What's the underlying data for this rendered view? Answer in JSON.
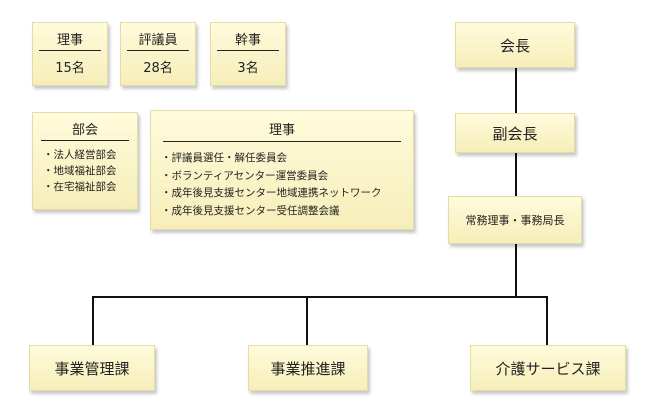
{
  "counts": [
    {
      "title": "理事",
      "value": "15名"
    },
    {
      "title": "評議員",
      "value": "28名"
    },
    {
      "title": "幹事",
      "value": "3名"
    }
  ],
  "bukai": {
    "title": "部会",
    "items": [
      "・法人経営部会",
      "・地域福祉部会",
      "・在宅福祉部会"
    ]
  },
  "riji": {
    "title": "理事",
    "items": [
      "・評議員選任・解任委員会",
      "・ボランティアセンター運営委員会",
      "・成年後見支援センター地域連携ネットワーク",
      "・成年後見支援センター受任調整会議"
    ]
  },
  "org": {
    "chair": "会長",
    "vice_chair": "副会長",
    "executive": "常務理事・事務局長",
    "divisions": [
      "事業管理課",
      "事業推進課",
      "介護サービス課"
    ]
  }
}
